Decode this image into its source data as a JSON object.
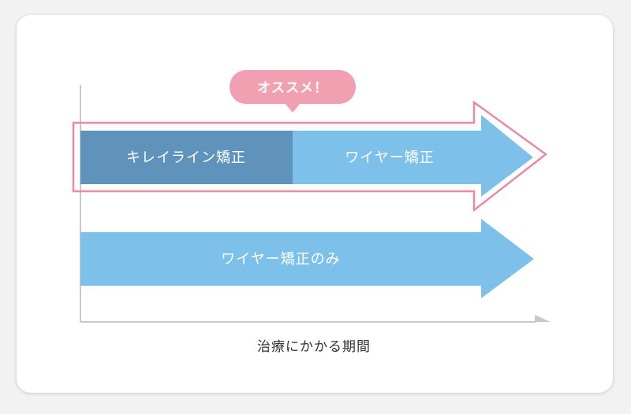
{
  "badge": {
    "label": "オススメ！"
  },
  "recommended_plan": {
    "segment_1": "キレイライン矯正",
    "segment_2": "ワイヤー矯正"
  },
  "standard_plan": {
    "label": "ワイヤー矯正のみ"
  },
  "axis": {
    "title": "治療にかかる期間"
  },
  "colors": {
    "dark_blue": "#5f93bc",
    "light_blue": "#7dc1ea",
    "pink": "#f0a0b0",
    "pink_outline": "#ea8aa1",
    "axis_gray": "#c8c8c8"
  }
}
